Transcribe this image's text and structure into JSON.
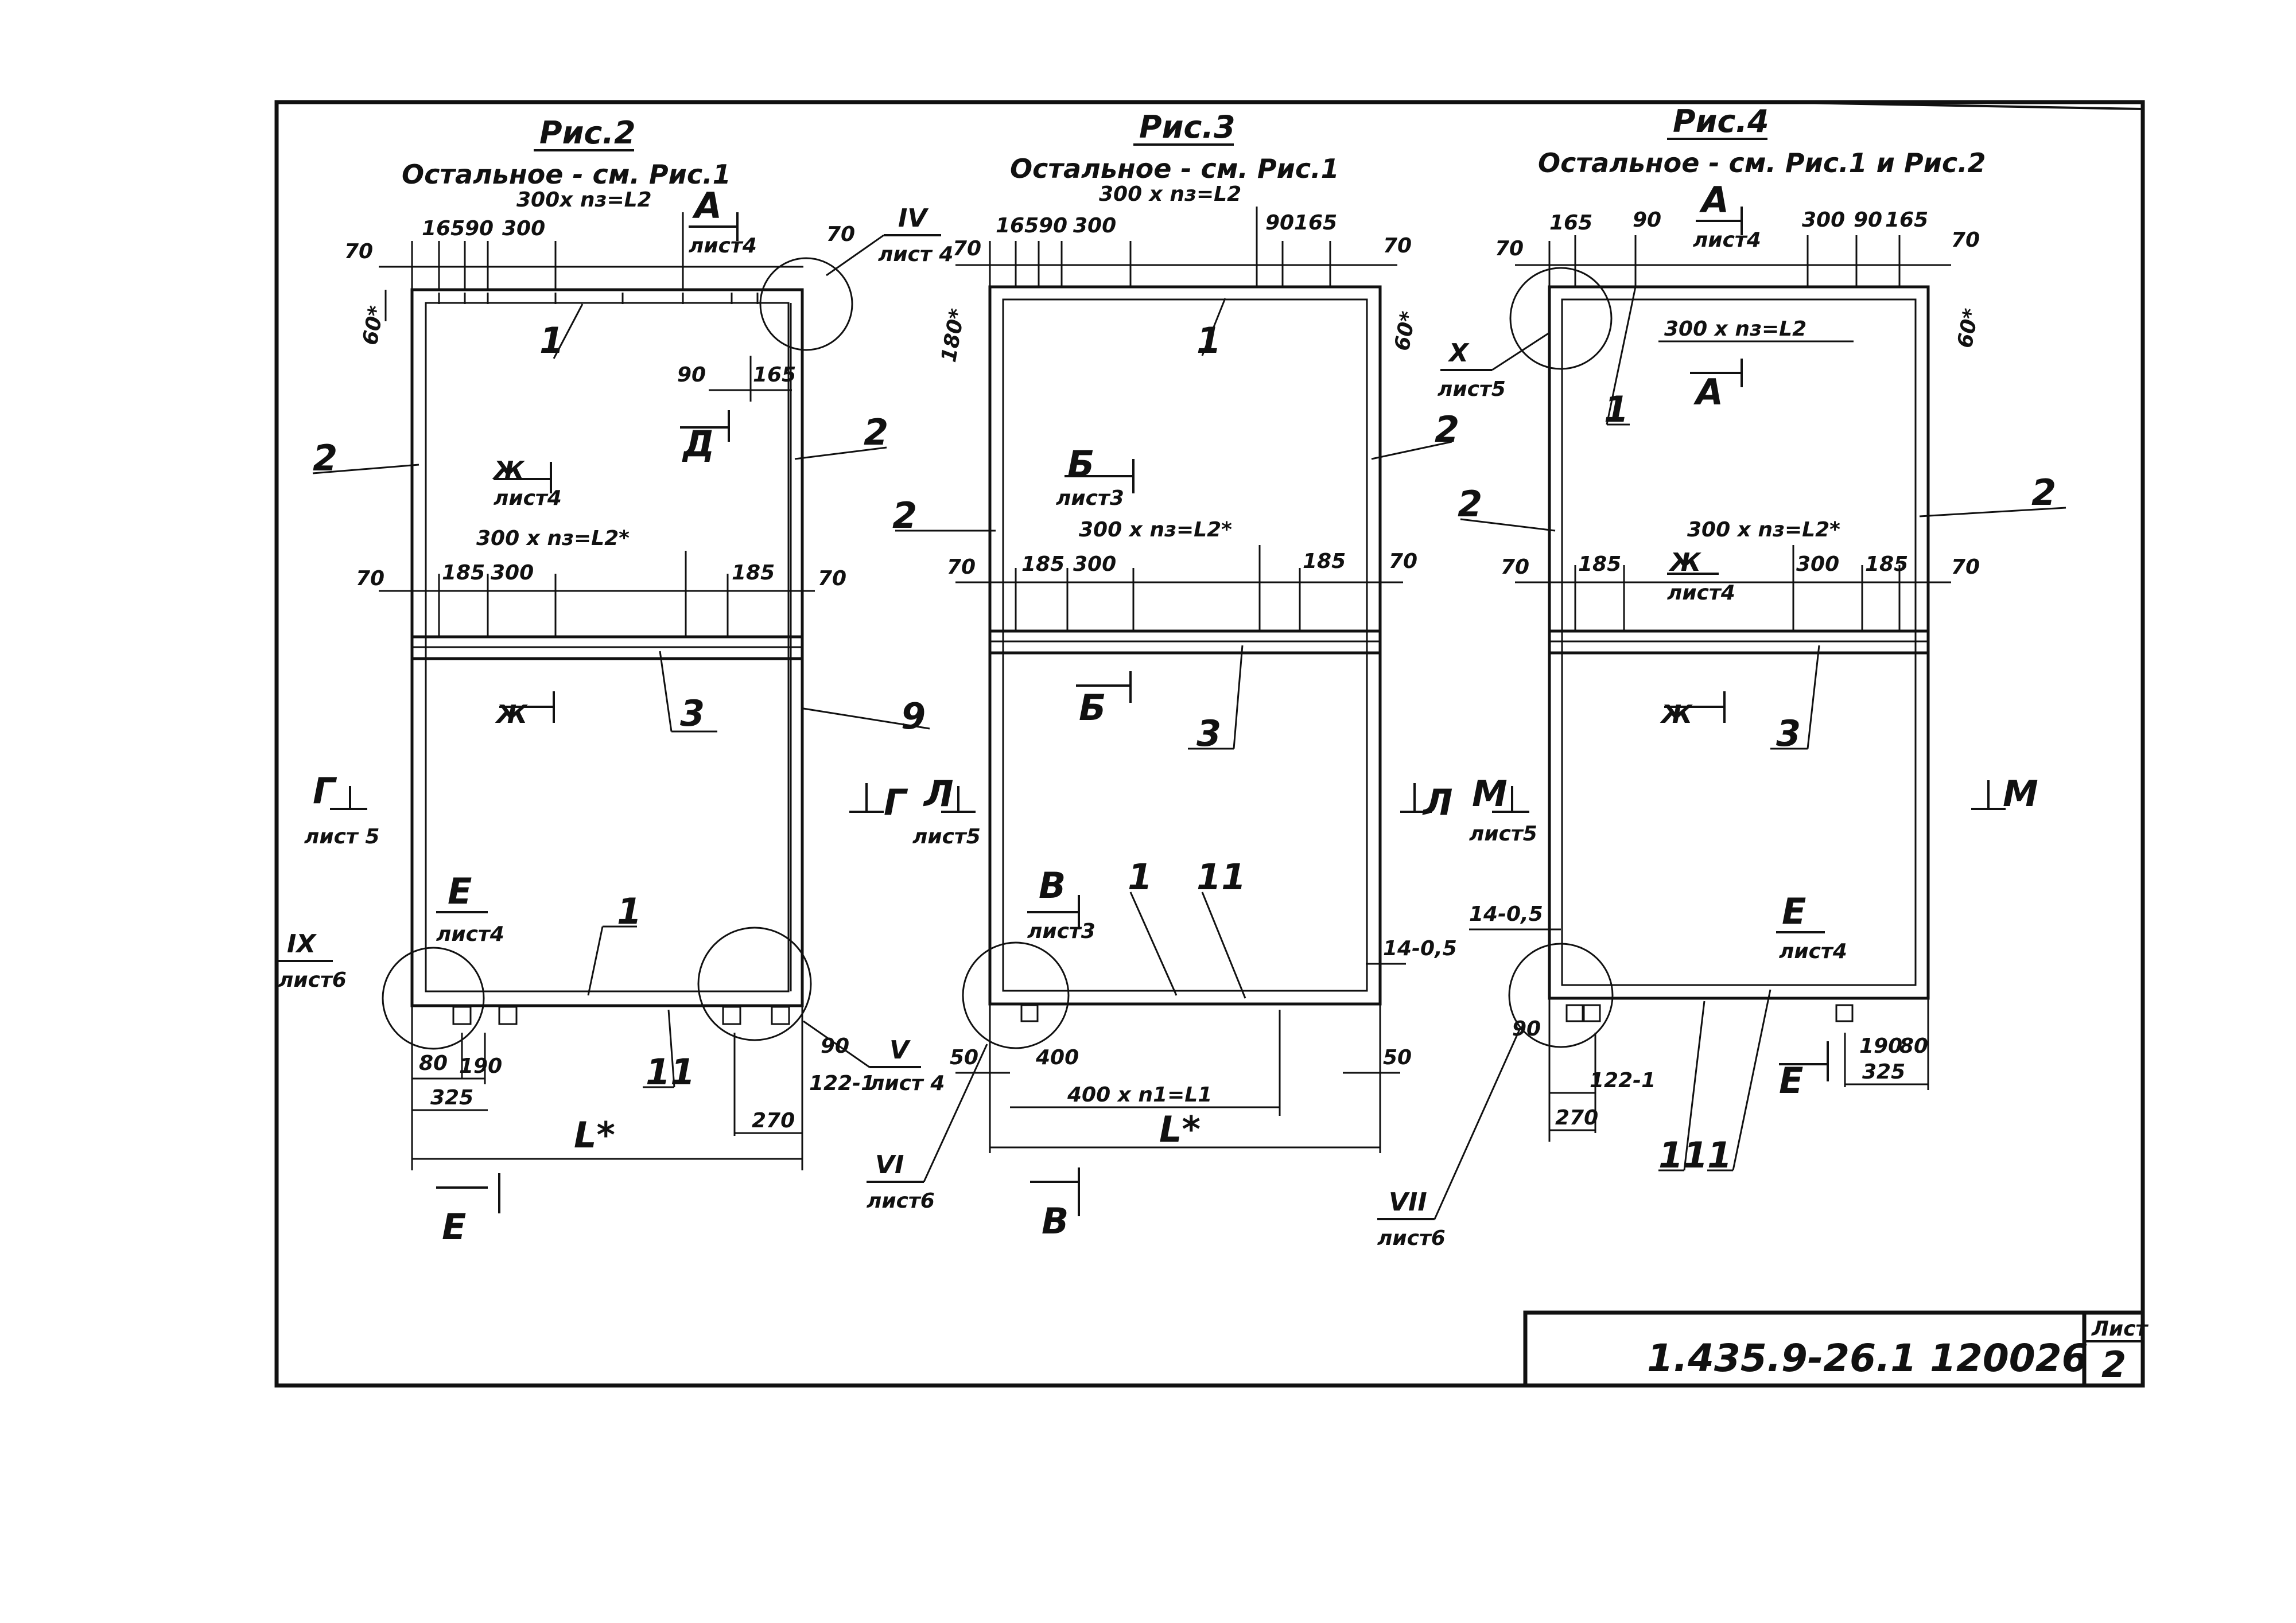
{
  "figures": [
    {
      "title": "Рис.2",
      "note": "Остальное - см. Рис.1",
      "top_formula": "300х nз=L2",
      "mid_formula": "300 х nз=L2*",
      "top_dims": [
        "165",
        "90",
        "300"
      ],
      "left_top_dim": "70",
      "left_vertical_dim": "60*",
      "right_top_dim": "70",
      "inner_dims": [
        "90",
        "165"
      ],
      "mid_dims_left": [
        "70",
        "185",
        "300"
      ],
      "mid_dims_right": [
        "185",
        "70"
      ],
      "section_top": {
        "letter": "А",
        "sheet": "лист4"
      },
      "section_inner": {
        "letter": "Д"
      },
      "section_mid": {
        "letter": "Ж",
        "sheet": "лист4"
      },
      "section_mid_low": {
        "letter": "Ж"
      },
      "section_side_left": {
        "letter": "Г",
        "sheet": "лист 5"
      },
      "section_side_right": {
        "letter": "Г"
      },
      "section_bottom_inner": {
        "letter": "Е",
        "sheet": "лист4"
      },
      "section_bottom": {
        "letter": "Е"
      },
      "node_top": {
        "roman": "IV",
        "sheet": "лист 4"
      },
      "node_bottom_left": {
        "roman": "IX",
        "sheet": "лист6"
      },
      "node_bottom_right": {
        "roman": "V",
        "sheet": "лист 4"
      },
      "bottom_dims": [
        "80",
        "190",
        "325",
        "90",
        "122-1",
        "270"
      ],
      "overall_length": "L*",
      "callouts": [
        "1",
        "2",
        "2",
        "3",
        "9",
        "1",
        "11"
      ]
    },
    {
      "title": "Рис.3",
      "note": "Остальное - см. Рис.1",
      "top_formula": "300 х nз=L2",
      "mid_formula": "300 х nз=L2*",
      "top_dims": [
        "165",
        "90",
        "300",
        "90",
        "165"
      ],
      "left_top_dim": "70",
      "left_vertical_dim": "180*",
      "right_top_dim": "70",
      "right_vertical_dim": "60*",
      "mid_dims_left": [
        "70",
        "185",
        "300"
      ],
      "mid_dims_right": [
        "185",
        "70"
      ],
      "section_mid": {
        "letter": "Б",
        "sheet": "лист3"
      },
      "section_mid_low": {
        "letter": "Б"
      },
      "section_side_left": {
        "letter": "Л",
        "sheet": "лист5"
      },
      "section_side_right": {
        "letter": "Л"
      },
      "section_bottom_inner": {
        "letter": "В",
        "sheet": "лист3"
      },
      "section_bottom": {
        "letter": "В"
      },
      "node_bottom_left": {
        "roman": "VI",
        "sheet": "лист6"
      },
      "bottom_dims": [
        "50",
        "400",
        "50",
        "14-0,5"
      ],
      "grid_formula": "400 х n1=L1",
      "overall_length": "L*",
      "callouts": [
        "1",
        "2",
        "2",
        "3",
        "1",
        "11"
      ]
    },
    {
      "title": "Рис.4",
      "note": "Остальное - см. Рис.1 и Рис.2",
      "top_formula": "300 х nз=L2",
      "mid_formula": "300 х nз=L2*",
      "top_dims_left": [
        "165",
        "90"
      ],
      "top_dims_right": [
        "300",
        "90",
        "165"
      ],
      "left_top_dim": "70",
      "right_top_dim": "70",
      "right_vertical_dim": "60*",
      "mid_dims_left": [
        "70",
        "185"
      ],
      "mid_dims_right": [
        "300",
        "185",
        "70"
      ],
      "section_top": {
        "letter": "А",
        "sheet": "лист4"
      },
      "section_inner": {
        "letter": "А"
      },
      "section_mid": {
        "letter": "Ж",
        "sheet": "лист4"
      },
      "section_mid_low": {
        "letter": "Ж"
      },
      "section_side_left": {
        "letter": "М",
        "sheet": "лист5"
      },
      "section_side_right": {
        "letter": "М"
      },
      "section_bottom_inner": {
        "letter": "Е",
        "sheet": "лист4"
      },
      "section_bottom": {
        "letter": "Е"
      },
      "node_top": {
        "roman": "X",
        "sheet": "лист5"
      },
      "node_bottom_left": {
        "roman": "VII",
        "sheet": "лист6"
      },
      "bottom_dims": [
        "14-0,5",
        "90",
        "122-1",
        "270",
        "190",
        "80",
        "325"
      ],
      "callouts": [
        "1",
        "2",
        "2",
        "3",
        "11",
        "1"
      ]
    }
  ],
  "title_block": {
    "code": "1.435.9-26.1  120026",
    "sheet_label": "Лист",
    "sheet_number": "2"
  }
}
